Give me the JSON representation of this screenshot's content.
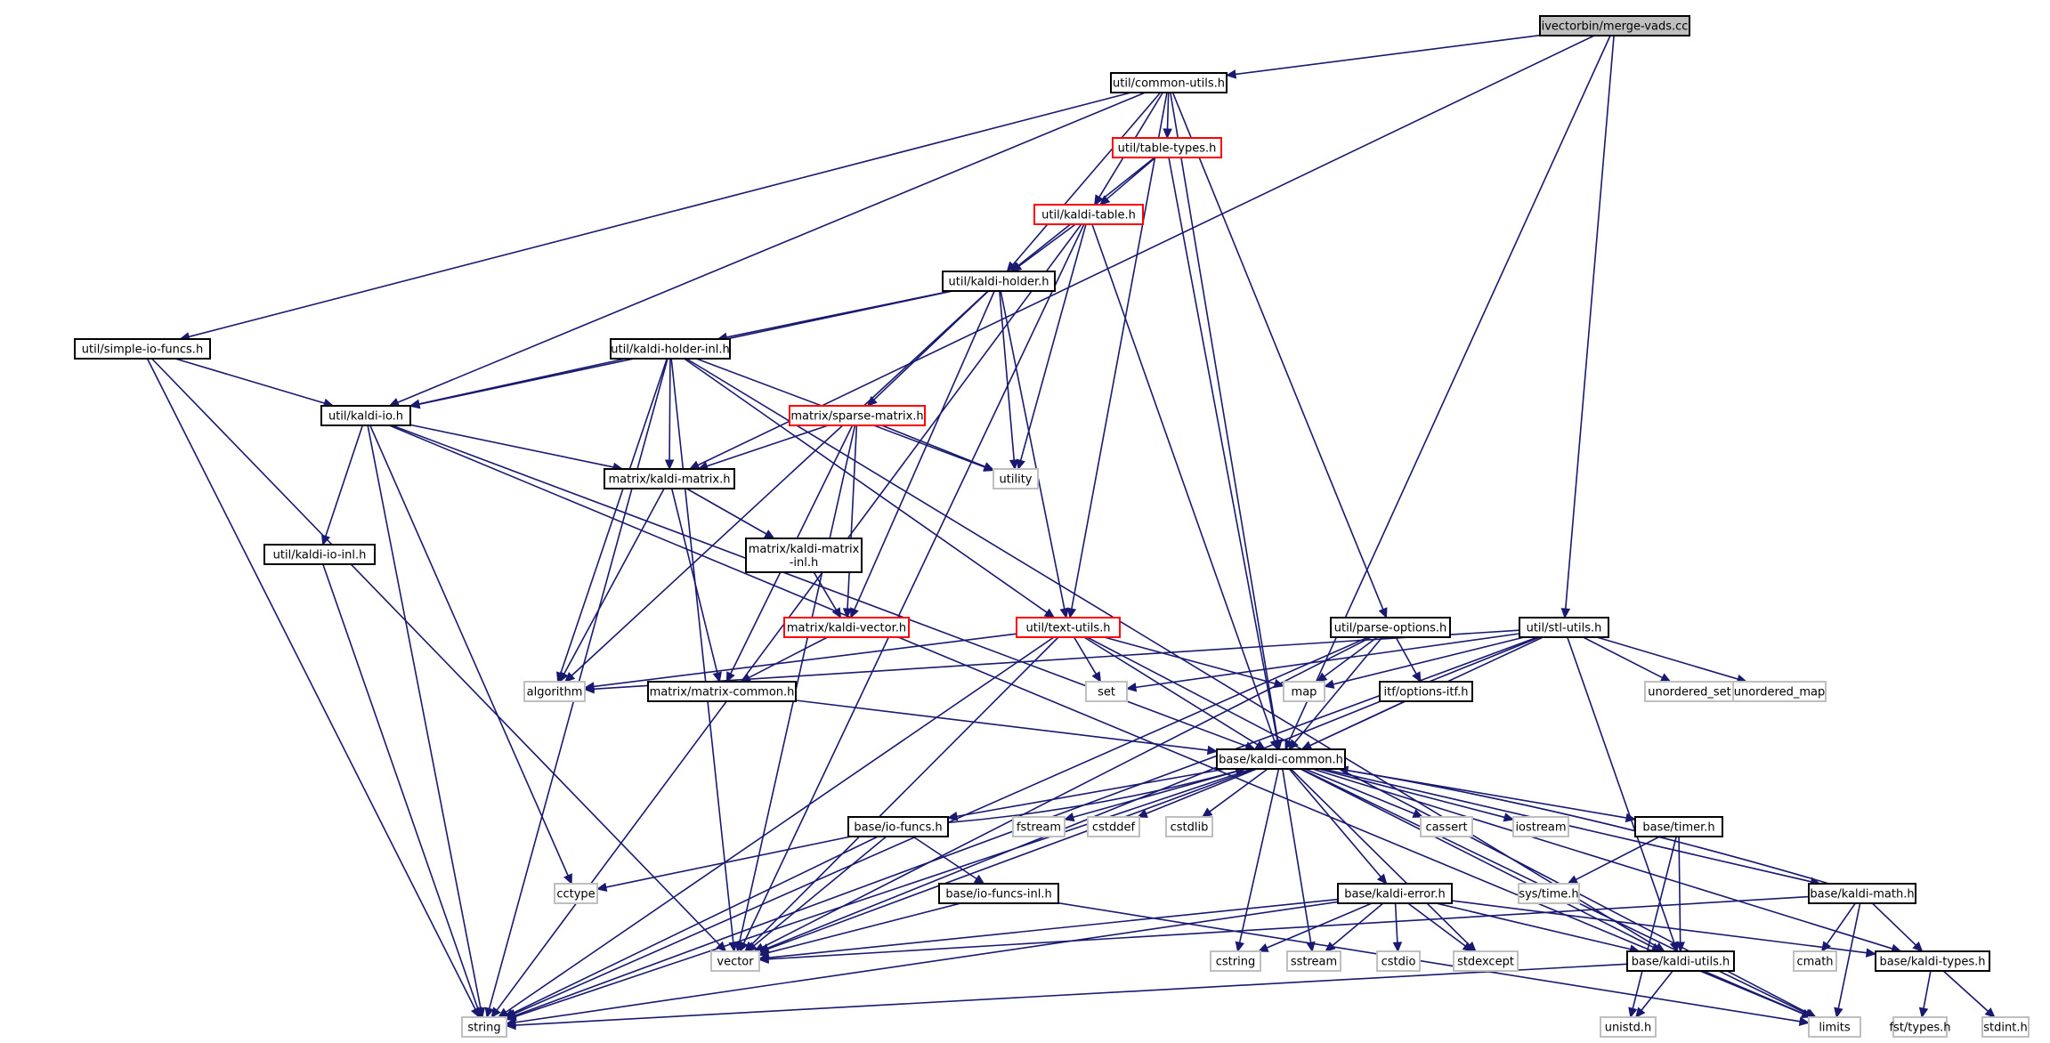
{
  "nodes": [
    {
      "id": "root",
      "lines": [
        "ivectorbin/merge-vads.cc"
      ],
      "style": "root"
    },
    {
      "id": "common",
      "lines": [
        "util/common-utils.h"
      ],
      "style": "normal"
    },
    {
      "id": "tabletypes",
      "lines": [
        "util/table-types.h"
      ],
      "style": "red"
    },
    {
      "id": "kalditable",
      "lines": [
        "util/kaldi-table.h"
      ],
      "style": "red"
    },
    {
      "id": "holder",
      "lines": [
        "util/kaldi-holder.h"
      ],
      "style": "normal"
    },
    {
      "id": "simpleio",
      "lines": [
        "util/simple-io-funcs.h"
      ],
      "style": "normal"
    },
    {
      "id": "holderinl",
      "lines": [
        "util/kaldi-holder-inl.h"
      ],
      "style": "normal"
    },
    {
      "id": "kaldiio",
      "lines": [
        "util/kaldi-io.h"
      ],
      "style": "normal"
    },
    {
      "id": "sparse",
      "lines": [
        "matrix/sparse-matrix.h"
      ],
      "style": "red"
    },
    {
      "id": "utility",
      "lines": [
        "utility"
      ],
      "style": "gray"
    },
    {
      "id": "kmatrix",
      "lines": [
        "matrix/kaldi-matrix.h"
      ],
      "style": "normal"
    },
    {
      "id": "kioinl",
      "lines": [
        "util/kaldi-io-inl.h"
      ],
      "style": "normal"
    },
    {
      "id": "kmatinl",
      "lines": [
        "matrix/kaldi-matrix",
        "-inl.h"
      ],
      "style": "normal"
    },
    {
      "id": "kvector",
      "lines": [
        "matrix/kaldi-vector.h"
      ],
      "style": "red"
    },
    {
      "id": "textutils",
      "lines": [
        "util/text-utils.h"
      ],
      "style": "red"
    },
    {
      "id": "parseopt",
      "lines": [
        "util/parse-options.h"
      ],
      "style": "normal"
    },
    {
      "id": "stlutils",
      "lines": [
        "util/stl-utils.h"
      ],
      "style": "normal"
    },
    {
      "id": "algorithm",
      "lines": [
        "algorithm"
      ],
      "style": "gray"
    },
    {
      "id": "mcommon",
      "lines": [
        "matrix/matrix-common.h"
      ],
      "style": "normal"
    },
    {
      "id": "set",
      "lines": [
        "set"
      ],
      "style": "gray"
    },
    {
      "id": "map",
      "lines": [
        "map"
      ],
      "style": "gray"
    },
    {
      "id": "optitf",
      "lines": [
        "itf/options-itf.h"
      ],
      "style": "normal"
    },
    {
      "id": "unset",
      "lines": [
        "unordered_set"
      ],
      "style": "gray"
    },
    {
      "id": "unmap",
      "lines": [
        "unordered_map"
      ],
      "style": "gray"
    },
    {
      "id": "kcommon",
      "lines": [
        "base/kaldi-common.h"
      ],
      "style": "normal"
    },
    {
      "id": "iofuncs",
      "lines": [
        "base/io-funcs.h"
      ],
      "style": "normal"
    },
    {
      "id": "fstream",
      "lines": [
        "fstream"
      ],
      "style": "gray"
    },
    {
      "id": "cstddef",
      "lines": [
        "cstddef"
      ],
      "style": "gray"
    },
    {
      "id": "cstdlib",
      "lines": [
        "cstdlib"
      ],
      "style": "gray"
    },
    {
      "id": "cassert",
      "lines": [
        "cassert"
      ],
      "style": "gray"
    },
    {
      "id": "iostream",
      "lines": [
        "iostream"
      ],
      "style": "gray"
    },
    {
      "id": "timer",
      "lines": [
        "base/timer.h"
      ],
      "style": "normal"
    },
    {
      "id": "cctype",
      "lines": [
        "cctype"
      ],
      "style": "gray"
    },
    {
      "id": "iofuncsinl",
      "lines": [
        "base/io-funcs-inl.h"
      ],
      "style": "normal"
    },
    {
      "id": "kerror",
      "lines": [
        "base/kaldi-error.h"
      ],
      "style": "normal"
    },
    {
      "id": "systime",
      "lines": [
        "sys/time.h"
      ],
      "style": "gray"
    },
    {
      "id": "kmath",
      "lines": [
        "base/kaldi-math.h"
      ],
      "style": "normal"
    },
    {
      "id": "vector",
      "lines": [
        "vector"
      ],
      "style": "gray"
    },
    {
      "id": "cstring",
      "lines": [
        "cstring"
      ],
      "style": "gray"
    },
    {
      "id": "sstream",
      "lines": [
        "sstream"
      ],
      "style": "gray"
    },
    {
      "id": "cstdio",
      "lines": [
        "cstdio"
      ],
      "style": "gray"
    },
    {
      "id": "stdexcept",
      "lines": [
        "stdexcept"
      ],
      "style": "gray"
    },
    {
      "id": "kutils",
      "lines": [
        "base/kaldi-utils.h"
      ],
      "style": "normal"
    },
    {
      "id": "cmath",
      "lines": [
        "cmath"
      ],
      "style": "gray"
    },
    {
      "id": "ktypes",
      "lines": [
        "base/kaldi-types.h"
      ],
      "style": "normal"
    },
    {
      "id": "string",
      "lines": [
        "string"
      ],
      "style": "gray"
    },
    {
      "id": "unistd",
      "lines": [
        "unistd.h"
      ],
      "style": "gray"
    },
    {
      "id": "limits",
      "lines": [
        "limits"
      ],
      "style": "gray"
    },
    {
      "id": "fsttypes",
      "lines": [
        "fst/types.h"
      ],
      "style": "gray"
    },
    {
      "id": "stdint",
      "lines": [
        "stdint.h"
      ],
      "style": "gray"
    }
  ],
  "edges": [
    [
      "root",
      "common"
    ],
    [
      "root",
      "kmatrix"
    ],
    [
      "root",
      "stlutils"
    ],
    [
      "root",
      "kcommon"
    ],
    [
      "common",
      "tabletypes"
    ],
    [
      "common",
      "kalditable"
    ],
    [
      "common",
      "holder"
    ],
    [
      "common",
      "simpleio"
    ],
    [
      "common",
      "kaldiio"
    ],
    [
      "common",
      "textutils"
    ],
    [
      "common",
      "parseopt"
    ],
    [
      "common",
      "kcommon"
    ],
    [
      "tabletypes",
      "kalditable"
    ],
    [
      "tabletypes",
      "holder"
    ],
    [
      "tabletypes",
      "kcommon"
    ],
    [
      "kalditable",
      "holder"
    ],
    [
      "kalditable",
      "utility"
    ],
    [
      "kalditable",
      "string"
    ],
    [
      "kalditable",
      "vector"
    ],
    [
      "kalditable",
      "kcommon"
    ],
    [
      "holder",
      "holderinl"
    ],
    [
      "holder",
      "kaldiio"
    ],
    [
      "holder",
      "sparse"
    ],
    [
      "holder",
      "textutils"
    ],
    [
      "holder",
      "utility"
    ],
    [
      "holder",
      "algorithm"
    ],
    [
      "holder",
      "kvector"
    ],
    [
      "simpleio",
      "kaldiio"
    ],
    [
      "simpleio",
      "string"
    ],
    [
      "simpleio",
      "vector"
    ],
    [
      "holderinl",
      "kaldiio"
    ],
    [
      "holderinl",
      "kmatrix"
    ],
    [
      "holderinl",
      "textutils"
    ],
    [
      "holderinl",
      "utility"
    ],
    [
      "holderinl",
      "algorithm"
    ],
    [
      "holderinl",
      "string"
    ],
    [
      "holderinl",
      "vector"
    ],
    [
      "holderinl",
      "kutils"
    ],
    [
      "kaldiio",
      "kmatrix"
    ],
    [
      "kaldiio",
      "kioinl"
    ],
    [
      "kaldiio",
      "kcommon"
    ],
    [
      "kaldiio",
      "cctype"
    ],
    [
      "kaldiio",
      "string"
    ],
    [
      "kaldiio",
      "limits"
    ],
    [
      "sparse",
      "kmatrix"
    ],
    [
      "sparse",
      "kvector"
    ],
    [
      "sparse",
      "mcommon"
    ],
    [
      "sparse",
      "utility"
    ],
    [
      "sparse",
      "vector"
    ],
    [
      "kmatrix",
      "kmatinl"
    ],
    [
      "kmatrix",
      "mcommon"
    ],
    [
      "kmatrix",
      "algorithm"
    ],
    [
      "kioinl",
      "string"
    ],
    [
      "kmatinl",
      "kvector"
    ],
    [
      "kvector",
      "mcommon"
    ],
    [
      "textutils",
      "set"
    ],
    [
      "textutils",
      "map"
    ],
    [
      "textutils",
      "algorithm"
    ],
    [
      "textutils",
      "kcommon"
    ],
    [
      "textutils",
      "string"
    ],
    [
      "textutils",
      "vector"
    ],
    [
      "textutils",
      "limits"
    ],
    [
      "parseopt",
      "map"
    ],
    [
      "parseopt",
      "optitf"
    ],
    [
      "parseopt",
      "kcommon"
    ],
    [
      "parseopt",
      "string"
    ],
    [
      "parseopt",
      "vector"
    ],
    [
      "stlutils",
      "set"
    ],
    [
      "stlutils",
      "map"
    ],
    [
      "stlutils",
      "unset"
    ],
    [
      "stlutils",
      "unmap"
    ],
    [
      "stlutils",
      "algorithm"
    ],
    [
      "stlutils",
      "vector"
    ],
    [
      "stlutils",
      "kcommon"
    ],
    [
      "stlutils",
      "kutils"
    ],
    [
      "stlutils",
      "string"
    ],
    [
      "mcommon",
      "kcommon"
    ],
    [
      "optitf",
      "kcommon"
    ],
    [
      "kcommon",
      "iofuncs"
    ],
    [
      "kcommon",
      "fstream"
    ],
    [
      "kcommon",
      "cstddef"
    ],
    [
      "kcommon",
      "cstdlib"
    ],
    [
      "kcommon",
      "cassert"
    ],
    [
      "kcommon",
      "iostream"
    ],
    [
      "kcommon",
      "timer"
    ],
    [
      "kcommon",
      "kerror"
    ],
    [
      "kcommon",
      "kmath"
    ],
    [
      "kcommon",
      "kutils"
    ],
    [
      "kcommon",
      "ktypes"
    ],
    [
      "kcommon",
      "vector"
    ],
    [
      "kcommon",
      "cstring"
    ],
    [
      "kcommon",
      "sstream"
    ],
    [
      "kcommon",
      "stdexcept"
    ],
    [
      "kcommon",
      "string"
    ],
    [
      "kcommon",
      "limits"
    ],
    [
      "iofuncs",
      "kcommon"
    ],
    [
      "iofuncs",
      "cctype"
    ],
    [
      "iofuncs",
      "iofuncsinl"
    ],
    [
      "iofuncs",
      "vector"
    ],
    [
      "iofuncs",
      "string"
    ],
    [
      "iofuncsinl",
      "vector"
    ],
    [
      "iofuncsinl",
      "limits"
    ],
    [
      "timer",
      "systime"
    ],
    [
      "timer",
      "kutils"
    ],
    [
      "timer",
      "unistd"
    ],
    [
      "kerror",
      "vector"
    ],
    [
      "kerror",
      "cstring"
    ],
    [
      "kerror",
      "sstream"
    ],
    [
      "kerror",
      "cstdio"
    ],
    [
      "kerror",
      "stdexcept"
    ],
    [
      "kerror",
      "kutils"
    ],
    [
      "kerror",
      "ktypes"
    ],
    [
      "kerror",
      "string"
    ],
    [
      "kmath",
      "kcommon"
    ],
    [
      "kmath",
      "vector"
    ],
    [
      "kmath",
      "cmath"
    ],
    [
      "kmath",
      "limits"
    ],
    [
      "kmath",
      "ktypes"
    ],
    [
      "kutils",
      "string"
    ],
    [
      "kutils",
      "unistd"
    ],
    [
      "kutils",
      "limits"
    ],
    [
      "ktypes",
      "fsttypes"
    ],
    [
      "ktypes",
      "stdint"
    ]
  ]
}
